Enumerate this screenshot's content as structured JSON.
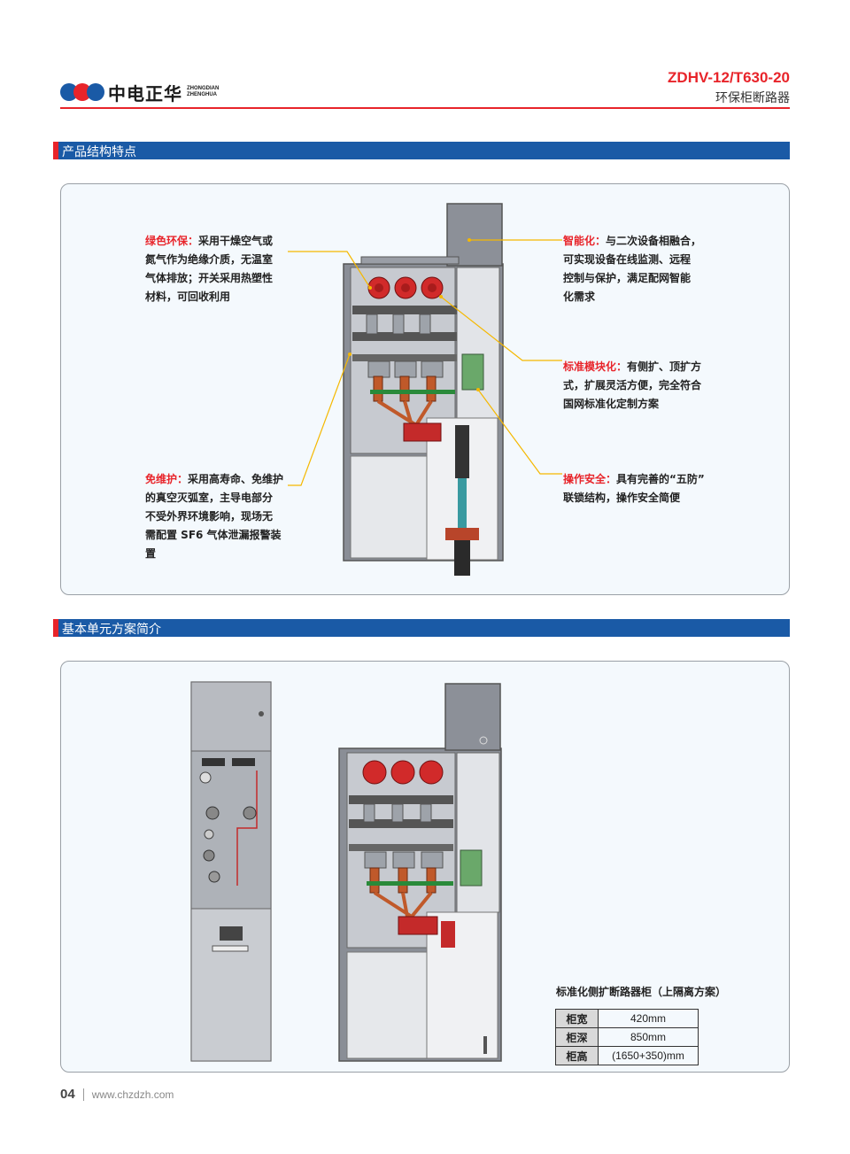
{
  "header": {
    "brand_name": "中电正华",
    "brand_en_line1": "ZHONGDIAN",
    "brand_en_line2": "ZHENGHUA",
    "model": "ZDHV-12/T630-20",
    "subtitle": "环保柜断路器",
    "colors": {
      "accent_red": "#e8242a",
      "brand_blue": "#1a5aa6"
    }
  },
  "section1": {
    "title": "产品结构特点",
    "callouts": {
      "green": {
        "highlight": "绿色环保：",
        "lines": [
          "采用干燥空气或",
          "氮气作为绝缘介质，无温室",
          "气体排放；开关采用热塑性",
          "材料，可回收利用"
        ]
      },
      "maint": {
        "highlight": "免维护：",
        "lines": [
          "采用高寿命、免维护",
          "的真空灭弧室，主导电部分",
          "不受外界环境影响，现场无",
          "需配置 SF6 气体泄漏报警装",
          "置"
        ]
      },
      "smart": {
        "highlight": "智能化：",
        "lines": [
          "与二次设备相融合，",
          "可实现设备在线监测、远程",
          "控制与保护，满足配网智能",
          "化需求"
        ]
      },
      "modular": {
        "highlight": "标准模块化：",
        "lines": [
          "有侧扩、顶扩方",
          "式，扩展灵活方便，完全符合",
          "国网标准化定制方案"
        ]
      },
      "safety": {
        "highlight": "操作安全：",
        "lines": [
          "具有完善的“五防”",
          "联锁结构，操作安全简便"
        ]
      }
    }
  },
  "section2": {
    "title": "基本单元方案简介",
    "spec_title": "标准化侧扩断路器柜（上隔离方案）",
    "specs": [
      {
        "label": "柜宽",
        "value": "420mm"
      },
      {
        "label": "柜深",
        "value": "850mm"
      },
      {
        "label": "柜高",
        "value": "(1650+350)mm"
      }
    ]
  },
  "footer": {
    "page": "04",
    "website": "www.chzdzh.com"
  }
}
